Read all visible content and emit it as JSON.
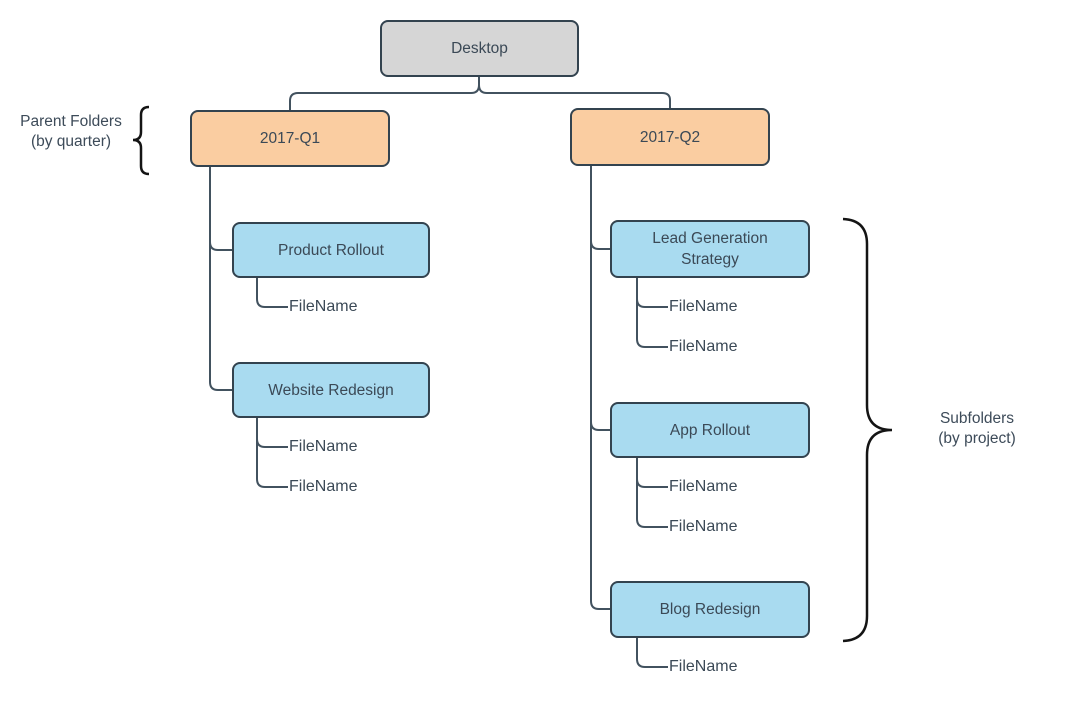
{
  "tree": {
    "root": {
      "label": "Desktop"
    },
    "parents": [
      {
        "label": "2017-Q1",
        "children": [
          {
            "label": "Product Rollout",
            "files": [
              "FileName"
            ]
          },
          {
            "label": "Website Redesign",
            "files": [
              "FileName",
              "FileName"
            ]
          }
        ]
      },
      {
        "label": "2017-Q2",
        "children": [
          {
            "label": "Lead Generation Strategy",
            "files": [
              "FileName",
              "FileName"
            ]
          },
          {
            "label": "App Rollout",
            "files": [
              "FileName",
              "FileName"
            ]
          },
          {
            "label": "Blog Redesign",
            "files": [
              "FileName"
            ]
          }
        ]
      }
    ]
  },
  "annotations": {
    "parent_folders": {
      "line1": "Parent Folders",
      "line2": "(by quarter)"
    },
    "subfolders": {
      "line1": "Subfolders",
      "line2": "(by project)"
    }
  },
  "colors": {
    "root_fill": "#d6d6d6",
    "quarter_fill": "#facda1",
    "project_fill": "#a9dbf0",
    "node_border": "#33434f",
    "connector": "#42525f",
    "brace": "#141414",
    "text": "#3b4956"
  }
}
